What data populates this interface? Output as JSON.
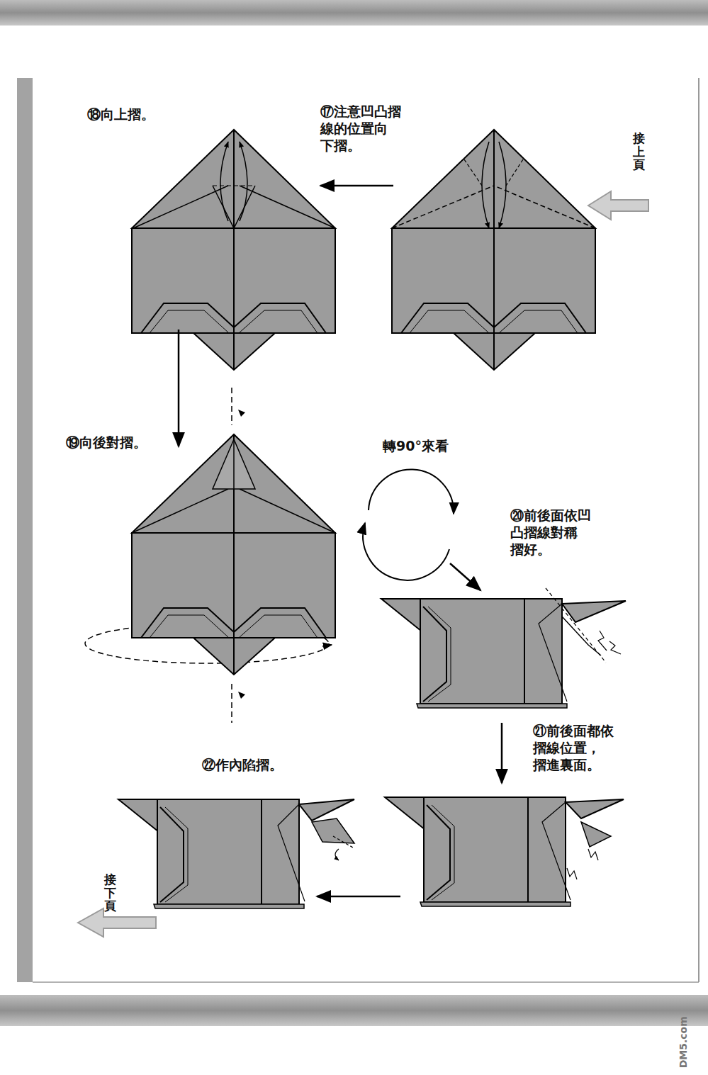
{
  "diagram": {
    "labels": [
      "⑱向上摺。",
      "⑰注意凹凸摺 線的位置向 下摺。",
      "接上頁",
      "⑲向後對摺。",
      "轉90°來看",
      "⑳前後面依凹 凸摺線對稱 摺好。",
      "㉑前後面都依 摺線位置， 摺進裏面。",
      "㉒作內陷摺。",
      "接下頁",
      "DM5.com"
    ]
  }
}
